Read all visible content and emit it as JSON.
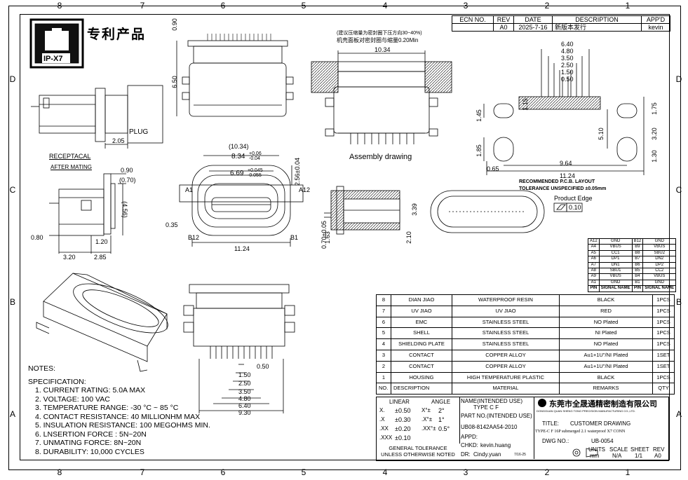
{
  "zones": {
    "columns": [
      "8",
      "7",
      "6",
      "5",
      "4",
      "3",
      "2",
      "1"
    ],
    "rows": [
      "D",
      "C",
      "B",
      "A"
    ]
  },
  "logo": {
    "brand": "专利产品",
    "badge": "IP-X7"
  },
  "revision": {
    "headers": [
      "ECN NO.",
      "REV",
      "DATE",
      "DESCRIPTION",
      "APP'D"
    ],
    "row": [
      "",
      "A0",
      "2025-7-16",
      "新版本发行",
      "kevin"
    ]
  },
  "labels": {
    "plug": "PLUG",
    "receptacal": "RECEPTACAL",
    "after_mating": "AFTER MATING",
    "assembly_note_1": "(建议压缩量为密封圈下压方向30~40%)",
    "assembly_note_2": "机壳面板对密封圈与缩量0.20Min",
    "assembly_drawing": "Assembly drawing",
    "pcb_layout": "RECOMMENDED P.C.B. LAYOUT",
    "tolerance": "TOLERANCE UNSPECIFIED ±0.05mm",
    "product_edge": "Product Edge",
    "flatness": "0.10",
    "a1": "A1",
    "a12": "A12",
    "b12": "B12",
    "b1": "B1"
  },
  "dims": {
    "d090": "0.90",
    "d650": "6.50",
    "d205": "2.05",
    "r090": "0.90",
    "r070": "(0.70)",
    "r456": "(4.56)",
    "r080": "0.80",
    "r120": "1.20",
    "r320": "3.20",
    "r285": "2.85",
    "w1034p": "(10.34)",
    "w834": "8.34",
    "w834t": "+0.06\n-0.04",
    "w669": "6.69",
    "w669t": "+0.045\n-0.055",
    "h256": "2.56±0.04",
    "d035": "0.35",
    "w1124": "11.24",
    "a1034": "10.34",
    "c339": "3.39",
    "c210": "2.10",
    "c070": "0.70±0.05",
    "c163": "1.63",
    "p640": "6.40",
    "p480": "4.80",
    "p350": "3.50",
    "p250": "2.50",
    "p150": "1.50",
    "p050": "0.50",
    "p145": "1.45",
    "p185": "1.85",
    "p115": "1.15",
    "p510": "5.10",
    "p175": "1.75",
    "p320": "3.20",
    "p130": "1.30",
    "p065": "0.65",
    "p964": "9.64",
    "p1124": "11.24",
    "b050": "0.50",
    "b150": "1.50",
    "b250": "2.50",
    "b350": "3.50",
    "b480": "4.80",
    "b640": "6.40",
    "b930": "9.30"
  },
  "pin_table": {
    "rows": [
      [
        "A12",
        "GND",
        "B12",
        "GND"
      ],
      [
        "A4",
        "VBUS",
        "B9",
        "VBUS"
      ],
      [
        "A5",
        "CC1",
        "B8",
        "SBU2"
      ],
      [
        "A6",
        "DP1",
        "B7",
        "DN2"
      ],
      [
        "A7",
        "DN1",
        "B6",
        "DP2"
      ],
      [
        "A8",
        "SBU1",
        "B5",
        "CC2"
      ],
      [
        "A9",
        "VBUS",
        "B4",
        "VBUS"
      ],
      [
        "A1",
        "GND",
        "B1",
        "GND"
      ]
    ],
    "header": [
      "PIN",
      "SIGNAL NAME",
      "PIN",
      "SIGNAL NAME"
    ]
  },
  "bom": {
    "rows": [
      [
        "8",
        "DIAN JIAO",
        "WATERPROOF RESIN",
        "BLACK",
        "1PCS"
      ],
      [
        "7",
        "UV JIAO",
        "UV JIAO",
        "RED",
        "1PCS"
      ],
      [
        "6",
        "EMC",
        "STAINLESS STEEL",
        "NO Plated",
        "1PCS"
      ],
      [
        "5",
        "SHELL",
        "STAINLESS STEEL",
        "NI Plated",
        "1PCS"
      ],
      [
        "4",
        "SHIELDING PLATE",
        "STAINLESS STEEL",
        "NO Plated",
        "1PCS"
      ],
      [
        "3",
        "CONTACT",
        "COPPER ALLOY",
        "Au1+1U\"/NI Plated",
        "1SET"
      ],
      [
        "2",
        "CONTACT",
        "COPPER ALLOY",
        "Au1+1U\"/NI Plated",
        "1SET"
      ],
      [
        "1",
        "HOUSING",
        "HIGH TEMPERATURE PLASTIC",
        "BLACK",
        "1PCS"
      ]
    ],
    "header": [
      "NO.",
      "DESCRIPTION",
      "MATERIAL",
      "REMARKS",
      "QTY"
    ]
  },
  "notes": {
    "title": "NOTES:",
    "spec": "SPECIFICATION:",
    "items": [
      "1. CURRENT RATING: 5.0A MAX",
      "2. VOLTAGE: 100 VAC",
      "3. TEMPERATURE RANGE: -30 °C ~ 85 °C",
      "4. CONTACT RESISTANCE: 40 MILLIONHM MAX",
      "5. INSULATION RESISTANCE: 100 MEGOHMS MIN.",
      "6. LNSERTION FORCE : 5N~20N",
      "7. UNMATING FORCE: 8N~20N",
      "8. DURABILITY:    10,000 CYCLES"
    ]
  },
  "title_block": {
    "linear": "LINEAR",
    "angle": "ANGLE",
    "tol_rows": [
      [
        "X.",
        "±0.50",
        "X°±",
        "2°"
      ],
      [
        ".X",
        "±0.30",
        ".X°±",
        "1°"
      ],
      [
        ".XX",
        "±0.20",
        ".XX°±",
        "0.5°"
      ],
      [
        ".XXX",
        "±0.10",
        "",
        ""
      ]
    ],
    "general_tol": "GENERAL TOLERANCE\nUNLESS OTHERWISE NOTED",
    "name_label": "NAME(INTENDED USE)",
    "name_value": "TYPE C F",
    "part_label": "PART NO.(INTENDED USE)",
    "part_value": "UB08-8142AA54-2010",
    "appd": "APPD:",
    "chkd": "CHKD:",
    "chkd_value": "kevin.huang",
    "dr": "DR:",
    "dr_value": "Cindy.yuan",
    "dr_date": "7/16-25",
    "company_cn": "东莞市全晟通精密制造有限公司",
    "company_en": "DONGGUAN QUAN SHENG TONG PRECISION MANUFACTURING CO.,LTD.",
    "title_label": "TITLE:",
    "title_value": "CUSTOMER DRAWING",
    "title_sub": "TYPE-C F 16P submerged 2.1 waterproof X7 CONN",
    "dwg_label": "DWG NO.:",
    "dwg_value": "UB-0054",
    "units_label": "UNITS",
    "units_value": "mm",
    "scale_label": "SCALE",
    "scale_value": "N/A",
    "sheet_label": "SHEET",
    "sheet_value": "1/1",
    "rev_label": "REV",
    "rev_value": "A0"
  }
}
